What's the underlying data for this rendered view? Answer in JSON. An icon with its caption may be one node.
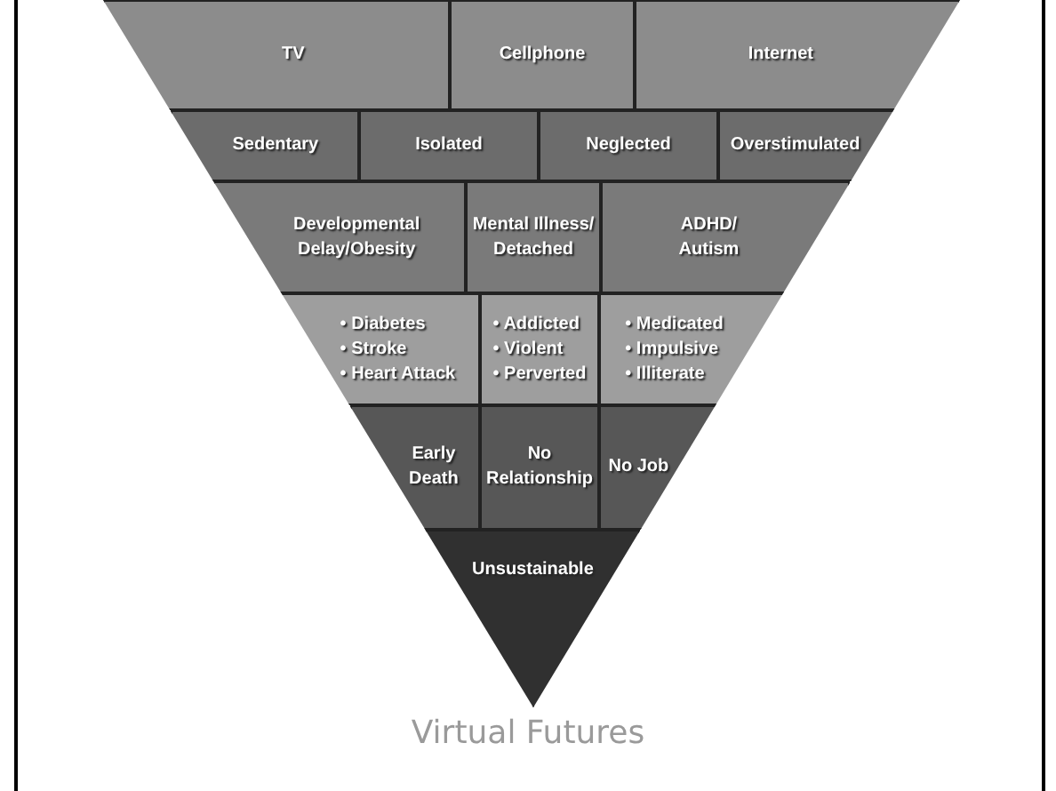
{
  "diagram": {
    "caption": "Virtual Futures",
    "nodes": [
      {
        "text": [
          "TV"
        ]
      },
      {
        "text": [
          "Cellphone"
        ]
      },
      {
        "text": [
          "Internet"
        ]
      },
      {
        "text": [
          "Sedentary"
        ]
      },
      {
        "text": [
          "Isolated"
        ]
      },
      {
        "text": [
          "Neglected"
        ]
      },
      {
        "text": [
          "Overstimulated"
        ]
      },
      {
        "text": [
          "Developmental Delay/Obesity"
        ]
      },
      {
        "text": [
          "Mental Illness/ Detached"
        ]
      },
      {
        "text": [
          "ADHD/ Autism"
        ]
      },
      {
        "text": [
          "• Diabetes",
          "• Stroke",
          "• Heart Attack"
        ]
      },
      {
        "text": [
          "• Addicted",
          "• Violent",
          "• Perverted"
        ]
      },
      {
        "text": [
          "• Medicated",
          "• Impulsive",
          "• Illiterate"
        ]
      },
      {
        "text": [
          "Early Death"
        ]
      },
      {
        "text": [
          "No Relationship"
        ]
      },
      {
        "text": [
          "No Job"
        ]
      },
      {
        "text": [
          "Unsustainable"
        ]
      }
    ]
  }
}
